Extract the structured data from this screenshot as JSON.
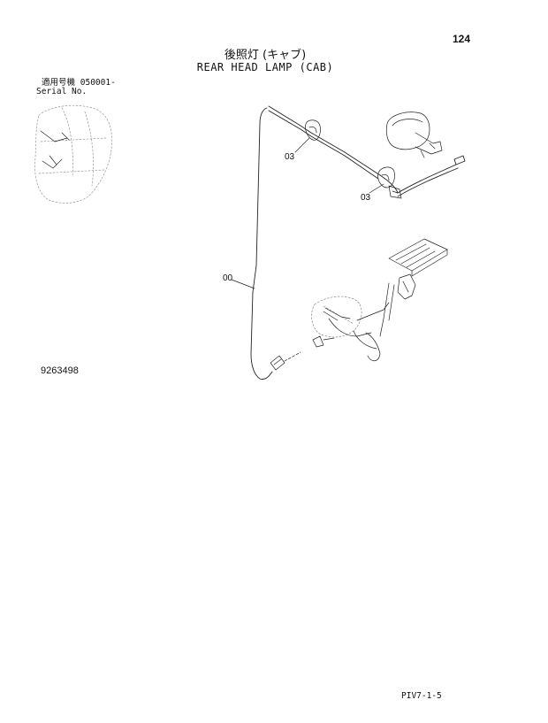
{
  "header": {
    "page_number": "124",
    "title_jp": "後照灯 (キャブ)",
    "title_en": "REAR HEAD LAMP (CAB)"
  },
  "serial": {
    "label_jp": "適用号機",
    "value": "050001-",
    "label_en": "Serial No."
  },
  "callouts": {
    "harness": "00",
    "clamp_a": "03",
    "clamp_b": "03"
  },
  "footer": {
    "drawing_number": "9263498",
    "page_code": "PIV7-1-5"
  }
}
